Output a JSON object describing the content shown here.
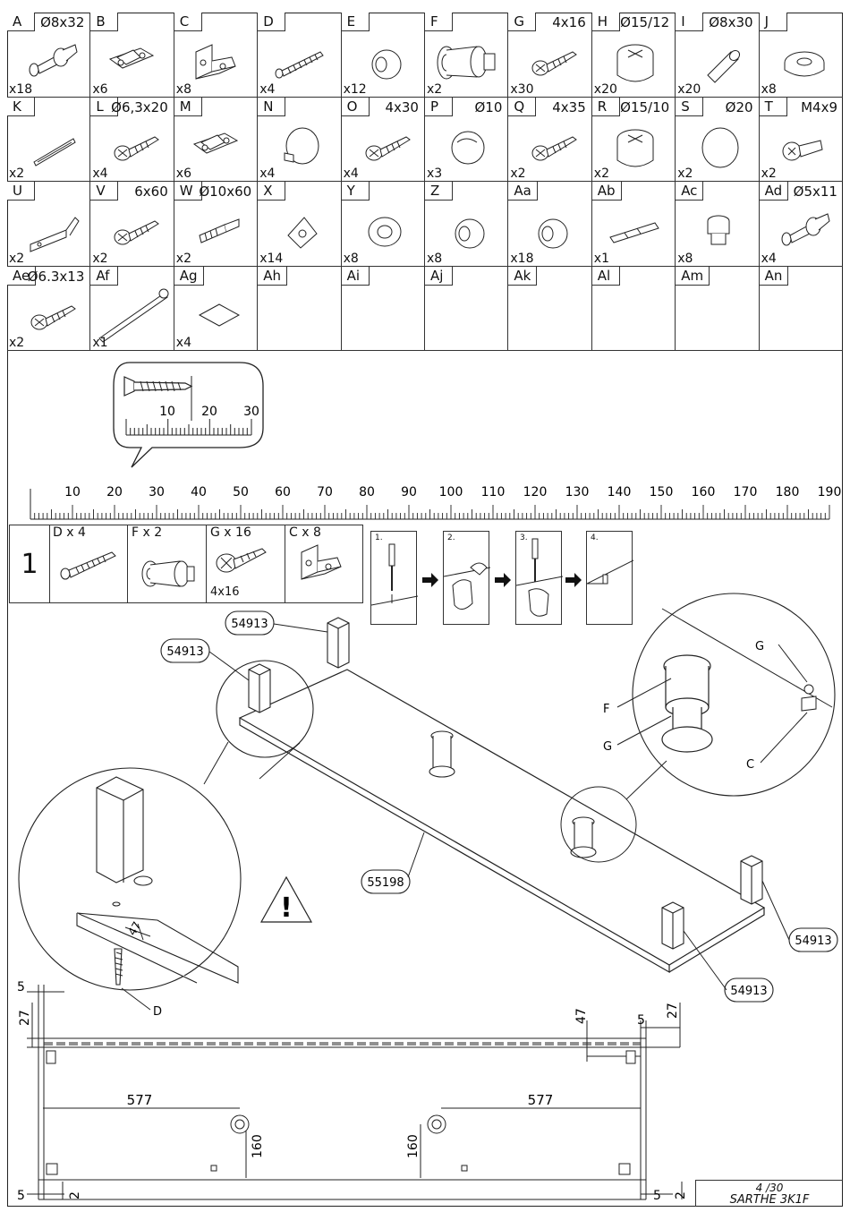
{
  "parts": [
    {
      "code": "A",
      "dim": "Ø8x32",
      "qty": "x18",
      "icon": "cam-bolt-icon"
    },
    {
      "code": "B",
      "dim": "",
      "qty": "x6",
      "icon": "hinge-icon"
    },
    {
      "code": "C",
      "dim": "",
      "qty": "x8",
      "icon": "angle-bracket-icon"
    },
    {
      "code": "D",
      "dim": "",
      "qty": "x4",
      "icon": "long-bolt-icon"
    },
    {
      "code": "E",
      "dim": "",
      "qty": "x12",
      "icon": "round-cap-icon"
    },
    {
      "code": "F",
      "dim": "",
      "qty": "x2",
      "icon": "leveling-foot-icon"
    },
    {
      "code": "G",
      "dim": "4x16",
      "qty": "x30",
      "icon": "screw-icon"
    },
    {
      "code": "H",
      "dim": "Ø15/12",
      "qty": "x20",
      "icon": "cam-lock-icon"
    },
    {
      "code": "I",
      "dim": "Ø8x30",
      "qty": "x20",
      "icon": "dowel-icon"
    },
    {
      "code": "J",
      "dim": "",
      "qty": "x8",
      "icon": "washer-icon"
    },
    {
      "code": "K",
      "dim": "",
      "qty": "x2",
      "icon": "rail-icon"
    },
    {
      "code": "L",
      "dim": "Ø6,3x20",
      "qty": "x4",
      "icon": "screw-icon"
    },
    {
      "code": "M",
      "dim": "",
      "qty": "x6",
      "icon": "hinge-icon"
    },
    {
      "code": "N",
      "dim": "",
      "qty": "x4",
      "icon": "knob-icon"
    },
    {
      "code": "O",
      "dim": "4x30",
      "qty": "x4",
      "icon": "screw-icon"
    },
    {
      "code": "P",
      "dim": "Ø10",
      "qty": "x3",
      "icon": "plug-icon"
    },
    {
      "code": "Q",
      "dim": "4x35",
      "qty": "x2",
      "icon": "screw-icon"
    },
    {
      "code": "R",
      "dim": "Ø15/10",
      "qty": "x2",
      "icon": "cam-lock-icon"
    },
    {
      "code": "S",
      "dim": "Ø20",
      "qty": "x2",
      "icon": "disc-icon"
    },
    {
      "code": "T",
      "dim": "M4x9",
      "qty": "x2",
      "icon": "bolt-icon"
    },
    {
      "code": "U",
      "dim": "",
      "qty": "x2",
      "icon": "l-bracket-icon"
    },
    {
      "code": "V",
      "dim": "6x60",
      "qty": "x2",
      "icon": "screw-icon"
    },
    {
      "code": "W",
      "dim": "Ø10x60",
      "qty": "x2",
      "icon": "wall-plug-icon"
    },
    {
      "code": "X",
      "dim": "",
      "qty": "x14",
      "icon": "corner-block-icon"
    },
    {
      "code": "Y",
      "dim": "",
      "qty": "x8",
      "icon": "ring-icon"
    },
    {
      "code": "Z",
      "dim": "",
      "qty": "x8",
      "icon": "round-cap-icon"
    },
    {
      "code": "Aa",
      "dim": "",
      "qty": "x18",
      "icon": "round-cap-icon"
    },
    {
      "code": "Ab",
      "dim": "",
      "qty": "x1",
      "icon": "shims-icon"
    },
    {
      "code": "Ac",
      "dim": "",
      "qty": "x8",
      "icon": "shelf-pin-icon"
    },
    {
      "code": "Ad",
      "dim": "Ø5x11",
      "qty": "x4",
      "icon": "cam-bolt-icon"
    },
    {
      "code": "Ae",
      "dim": "Ø6.3x13",
      "qty": "x2",
      "icon": "screw-icon"
    },
    {
      "code": "Af",
      "dim": "",
      "qty": "x1",
      "icon": "anti-tip-strap-icon"
    },
    {
      "code": "Ag",
      "dim": "",
      "qty": "x4",
      "icon": "felt-pad-icon"
    },
    {
      "code": "Ah",
      "dim": "",
      "qty": "",
      "icon": ""
    },
    {
      "code": "Ai",
      "dim": "",
      "qty": "",
      "icon": ""
    },
    {
      "code": "Aj",
      "dim": "",
      "qty": "",
      "icon": ""
    },
    {
      "code": "Ak",
      "dim": "",
      "qty": "",
      "icon": ""
    },
    {
      "code": "Al",
      "dim": "",
      "qty": "",
      "icon": ""
    },
    {
      "code": "Am",
      "dim": "",
      "qty": "",
      "icon": ""
    },
    {
      "code": "An",
      "dim": "",
      "qty": "",
      "icon": ""
    }
  ],
  "small_ruler": {
    "labels": [
      "10",
      "20",
      "30"
    ]
  },
  "ruler": {
    "labels": [
      "10",
      "20",
      "30",
      "40",
      "50",
      "60",
      "70",
      "80",
      "90",
      "100",
      "110",
      "120",
      "130",
      "140",
      "150",
      "160",
      "170",
      "180",
      "190"
    ]
  },
  "step": {
    "number": "1",
    "parts": [
      {
        "label": "D x 4",
        "sub": ""
      },
      {
        "label": "F x 2",
        "sub": ""
      },
      {
        "label": "G x 16",
        "sub": "4x16"
      },
      {
        "label": "C x 8",
        "sub": ""
      }
    ],
    "mini_steps": [
      "1.",
      "2.",
      "3.",
      "4."
    ]
  },
  "callouts": {
    "panel_a": "54913",
    "panel_b": "54913",
    "panel_c": "54913",
    "panel_d": "54913",
    "board": "55198",
    "lbl_G1": "G",
    "lbl_F": "F",
    "lbl_G2": "G",
    "lbl_C": "C",
    "lbl_D": "D",
    "warning": "!"
  },
  "dims": {
    "d47a": "47",
    "d5a": "5",
    "d27a": "27",
    "d47b": "47",
    "d5b": "5",
    "d27b": "27",
    "d577a": "577",
    "d577b": "577",
    "d160a": "160",
    "d160b": "160",
    "d5c": "5",
    "d2a": "2",
    "d5d": "5",
    "d2b": "2"
  },
  "footer": {
    "page": "4 /30",
    "model": "SARTHE 3K1F"
  }
}
